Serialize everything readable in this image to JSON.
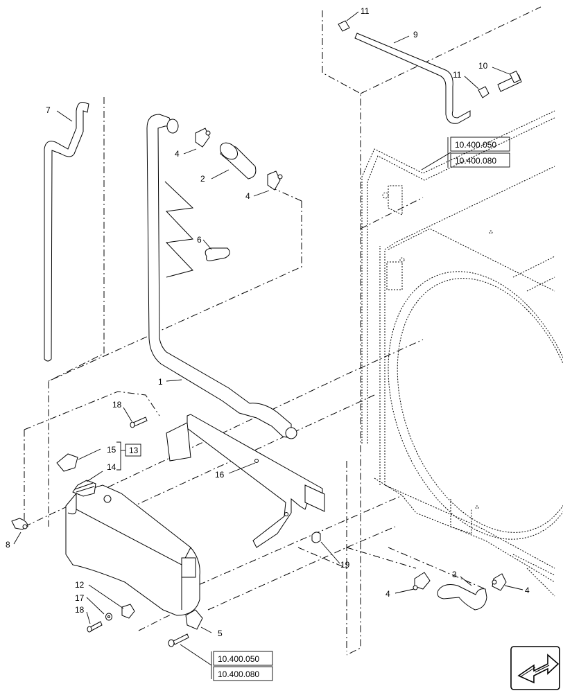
{
  "callouts": [
    "1",
    "2",
    "3",
    "4",
    "5",
    "6",
    "7",
    "8",
    "9",
    "10",
    "11",
    "12",
    "13",
    "14",
    "15",
    "16",
    "17",
    "18",
    "19"
  ],
  "labels": {
    "c1": "1",
    "c2": "2",
    "c3": "3",
    "c4a": "4",
    "c4b": "4",
    "c4c": "4",
    "c4d": "4",
    "c5": "5",
    "c6": "6",
    "c7": "7",
    "c8": "8",
    "c9": "9",
    "c10": "10",
    "c11a": "11",
    "c11b": "11",
    "c12": "12",
    "c14": "14",
    "c15": "15",
    "c16": "16",
    "c17": "17",
    "c18a": "18",
    "c18b": "18",
    "c19": "19"
  },
  "references": {
    "ref13": "13",
    "top_a": "10.400.050",
    "top_b": "10.400.080",
    "bottom_a": "10.400.050",
    "bottom_b": "10.400.080"
  },
  "tank_text": "",
  "nav_icon": "next-page-arrow-icon"
}
